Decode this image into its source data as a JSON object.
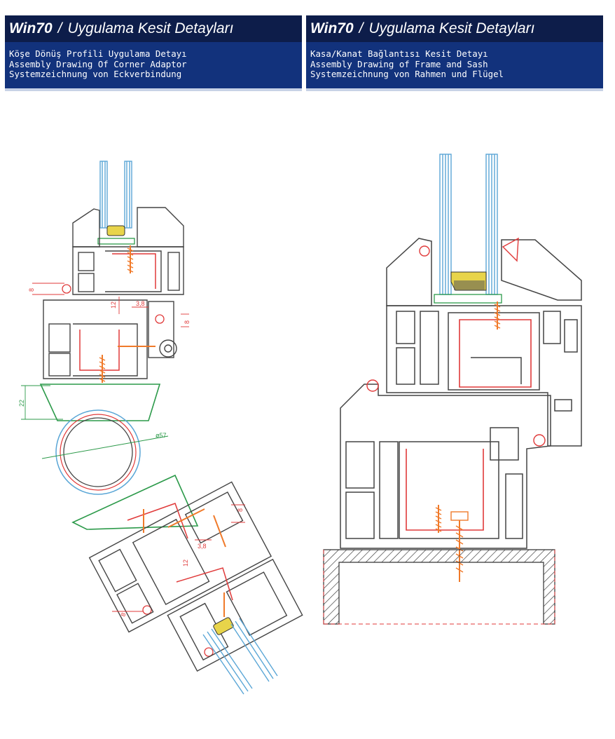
{
  "left": {
    "brand": "Win70",
    "separator": "/",
    "title": "Uygulama Kesit Detayları",
    "lines": [
      "Köşe Dönüş Profili Uygulama Detayı",
      "Assembly Drawing Of Corner Adaptor",
      "Systemzeichnung von Eckverbindung"
    ],
    "dims": [
      "8",
      "12",
      "3,8",
      "8",
      "22",
      "ø57",
      "8",
      "8",
      "3,8",
      "12"
    ]
  },
  "right": {
    "brand": "Win70",
    "separator": "/",
    "title": "Uygulama Kesit Detayları",
    "lines": [
      "Kasa/Kanat Bağlantısı Kesit Detayı",
      "Assembly Drawing of Frame and Sash",
      "Systemzeichnung von Rahmen und Flügel"
    ]
  },
  "colors": {
    "header_dark": "#0d1d4a",
    "header_blue": "#12327c",
    "profile": "#444444",
    "reinforcement": "#e03a3a",
    "gasket_green": "#2c9a4a",
    "glass": "#5aa6d6",
    "screw": "#f07a2a",
    "seal": "#e8d44a"
  }
}
